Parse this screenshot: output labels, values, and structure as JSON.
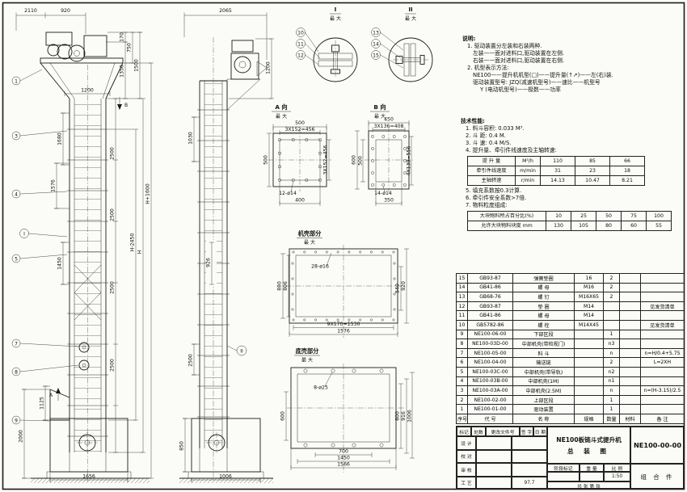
{
  "view_titles": {
    "a": "A 向",
    "b": "B 向",
    "casing": "机壳部分",
    "boot": "底壳部分",
    "enlarged": "最 大"
  },
  "markers": {
    "a": "A",
    "b": "B",
    "i": "I",
    "ii": "II",
    "detail_i": "I",
    "detail_ii": "II"
  },
  "balloons": {
    "b1": "1",
    "b3": "3",
    "b4": "4",
    "b5": "5",
    "b7": "7",
    "b8": "8",
    "b9": "9",
    "b10": "10",
    "b11": "11",
    "b12": "12",
    "b13": "13",
    "b14": "14",
    "b15": "15"
  },
  "dims": {
    "main": {
      "w_total": "2110",
      "w_head": "920",
      "h_170": "170",
      "h_750": "750",
      "h_1350": "1350",
      "h_1500": "1500",
      "w_1200": "1200",
      "v_1680": "1680",
      "v_1576": "1576",
      "v_1450": "1450",
      "seg_2500": "2500",
      "H_plus": "H+1600",
      "H_minus": "H-2450",
      "H": "H",
      "inlet_1125": "1125",
      "boot_2000": "2000",
      "base_1656": "1656"
    },
    "side": {
      "w_2065": "2065",
      "h_1200": "1200",
      "v_1030": "1030",
      "v_926": "926",
      "seg_2500": "2500",
      "v_850": "850",
      "base_1006": "1006"
    },
    "a": {
      "d500": "500",
      "d456": "3X152=456",
      "d400": "400",
      "holes": "12-ø14"
    },
    "b": {
      "d450": "450",
      "d408": "3X136=408",
      "d600": "600",
      "d500": "500",
      "d556": "4X139=556",
      "d350": "350",
      "holes": "14-ø14"
    },
    "casing": {
      "d880": "880",
      "d806": "806",
      "d540": "540",
      "d920": "920",
      "d1530": "9X170=1530",
      "d1576": "1576",
      "holes": "28-ø16"
    },
    "boot": {
      "d600": "600",
      "d800": "800",
      "d916": "916",
      "d1006": "1006",
      "d700": "700",
      "d1450": "1450",
      "d1566": "1566",
      "holes": "8-ø25"
    }
  },
  "notes": {
    "heading": "说明:",
    "line1": "1. 驱动装置分左装和右装两种.",
    "line2": "左装——面对进料口,驱动装置在左侧.",
    "line3": "右装——面对进料口,驱动装置在右侧.",
    "line4": "2. 机型表示方法:",
    "line5": "NE100——提升机机型(□)——提升量(↑↗)——左(右)装.",
    "line6": "驱动装置型号: JZQ(减速机型号)——速比——机型号",
    "line7": "Y (电动机型号)——极数——功率"
  },
  "tech": {
    "heading": "技术性能:",
    "item1": "1. 料斗容积: 0.033 M³.",
    "item2": "2. 斗 距: 0.4 M.",
    "item3": "3. 斗 速: 0.4 M/S.",
    "item4": "4. 提升量、牵引件线速度及主轴转速:",
    "table1": {
      "rows": [
        [
          "提 升 量",
          "M³/h",
          "110",
          "85",
          "66"
        ],
        [
          "牵引件线速度",
          "m/min",
          "31",
          "23",
          "18"
        ],
        [
          "主轴转速",
          "r/min",
          "14.13",
          "10.47",
          "8.21"
        ]
      ]
    },
    "item5": "5. 填充系数按0.3计算.",
    "item6": "6. 牵引件安全系数>7倍.",
    "item7": "7. 物料粒度组成:",
    "table2": {
      "rows": [
        [
          "大块物料所占百分比(%)",
          "10",
          "25",
          "50",
          "75",
          "100"
        ],
        [
          "允许大块物料块度 mm",
          "130",
          "105",
          "80",
          "60",
          "55"
        ]
      ]
    }
  },
  "bom": {
    "rows": [
      [
        "15",
        "GB93-87",
        "弹簧垫圈",
        "16",
        "2",
        "",
        ""
      ],
      [
        "14",
        "GB41-86",
        "螺  母",
        "M16",
        "2",
        "",
        ""
      ],
      [
        "13",
        "GB68-76",
        "螺  钉",
        "M16X65",
        "2",
        "",
        ""
      ],
      [
        "12",
        "GB93-87",
        "垫  圈",
        "M14",
        "",
        "",
        "见发货清单"
      ],
      [
        "11",
        "GB41-86",
        "螺  母",
        "M14",
        "",
        "",
        ""
      ],
      [
        "10",
        "GB5782-86",
        "螺  栓",
        "M14X45",
        "",
        "",
        "见发货清单"
      ],
      [
        "9",
        "NE100-06-00",
        "下部区段",
        "",
        "1",
        "",
        ""
      ],
      [
        "8",
        "NE100-03D-00",
        "中部机壳(带检视门)",
        "",
        "n3",
        "",
        ""
      ],
      [
        "7",
        "NE100-05-00",
        "料  斗",
        "",
        "n",
        "",
        "n=H/0.4+5.75"
      ],
      [
        "6",
        "NE100-04-00",
        "输送链",
        "",
        "2",
        "",
        "L=2XH"
      ],
      [
        "5",
        "NE100-03C-00",
        "中部机壳(带导轨)",
        "",
        "n2",
        "",
        ""
      ],
      [
        "4",
        "NE100-03B-00",
        "中部机壳(1M)",
        "",
        "n1",
        "",
        ""
      ],
      [
        "3",
        "NE100-03A-00",
        "中部机壳(2.5M)",
        "",
        "n",
        "",
        "n=(H-3.15)/2.5"
      ],
      [
        "2",
        "NE100-02-00",
        "上部区段",
        "",
        "1",
        "",
        ""
      ],
      [
        "1",
        "NE100-01-00",
        "驱动装置",
        "",
        "1",
        "",
        ""
      ],
      [
        "序号",
        "代  号",
        "名  称",
        "规格",
        "数量",
        "材料",
        "备  注"
      ]
    ]
  },
  "titleblock": {
    "rev_headers": [
      "标记",
      "处数",
      "更改文件号",
      "签 字",
      "日 期"
    ],
    "row_design": "设 计",
    "row_check": "校 对",
    "row_audit": "审 核",
    "row_process": "工 艺",
    "date": "97.7",
    "stage_label": "阶段标记",
    "weight_label": "重 量",
    "scale_label": "比 例",
    "scale_value": "1:50",
    "sheet_label": "共  张  第  张",
    "title_line1": "NE100板链斗式提升机",
    "title_line2": "总 装 图",
    "drawing_no": "NE100-00-00",
    "part_type": "组 合 件"
  }
}
